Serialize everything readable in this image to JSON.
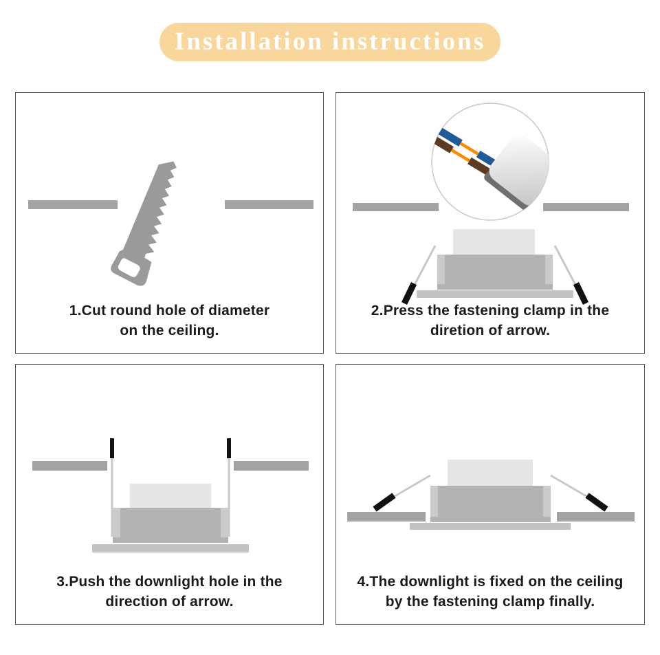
{
  "title": "Installation instructions",
  "colors": {
    "banner_bg": "#F8D69C",
    "banner_text": "#FFFFFF",
    "panel_border": "#555555",
    "caption_text": "#1B1B1B",
    "ceiling_bar_gray": "#A3A3A3",
    "saw_gray": "#9A9A9A",
    "driver_box_gray": "#E6E6E6",
    "downlight_body_gray": "#B3B3B3",
    "body_edge_gray": "#CBCBCB",
    "trim_flange_gray": "#C2C2C2",
    "clamp_spring_gray": "#C8C8C8",
    "clamp_tip_black": "#111111",
    "wire_blue": "#1F5B96",
    "wire_brown": "#5D3A22",
    "wire_orange": "#FF8A00",
    "connector_shadow_gray": "#6F6F6F"
  },
  "panels": [
    {
      "step": "1",
      "illustration": "saw-cutting-ceiling-hole",
      "caption": {
        "line1": "1.Cut round hole of diameter",
        "line2": "on the ceiling."
      }
    },
    {
      "step": "2",
      "illustration": "downlight-with-wire-connector-inset",
      "caption": {
        "line1": "2.Press the fastening clamp in the",
        "line2": "diretion of arrow."
      }
    },
    {
      "step": "3",
      "illustration": "downlight-pushed-into-ceiling-hole",
      "caption": {
        "line1": "3.Push the downlight hole in the",
        "line2": "direction of arrow."
      }
    },
    {
      "step": "4",
      "illustration": "downlight-fixed-by-clamps",
      "caption": {
        "line1": "4.The downlight is fixed on the ceiling",
        "line2": "by the fastening clamp finally."
      }
    }
  ]
}
